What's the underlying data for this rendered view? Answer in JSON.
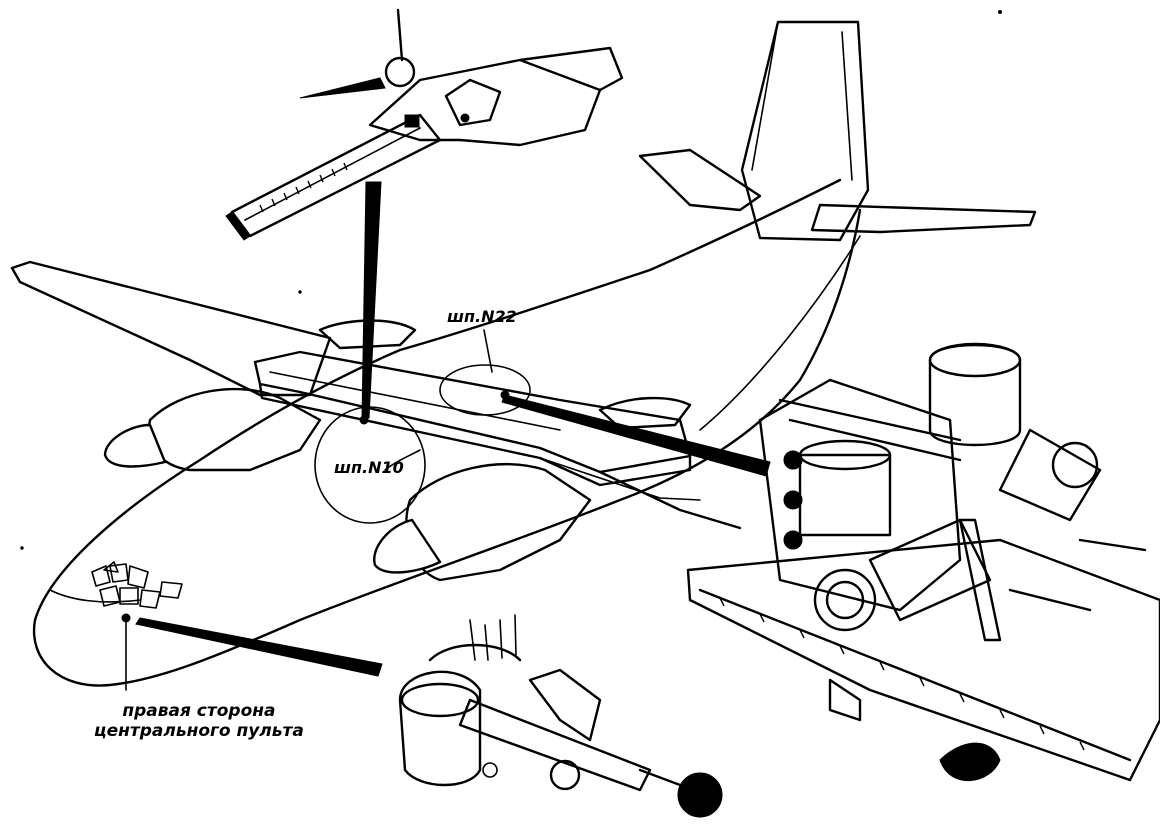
{
  "colors": {
    "ink": "#000000",
    "paper": "#ffffff"
  },
  "labels": {
    "frame_22": "шп.N22",
    "frame_10": "шп.N10",
    "console_line1": "правая сторона",
    "console_line2": "центрального пульта"
  }
}
